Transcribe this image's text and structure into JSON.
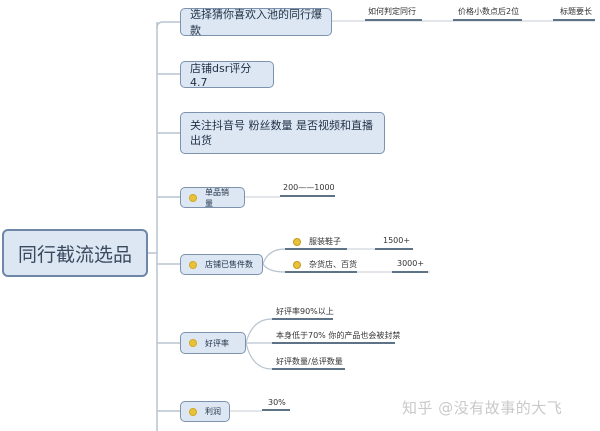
{
  "root": {
    "label": "同行截流选品"
  },
  "branches": [
    {
      "label": "选择猜你喜欢入池的同行爆款",
      "children": [
        {
          "label": "如何判定同行"
        },
        {
          "label": "价格小数点后2位"
        },
        {
          "label": "标题要长"
        }
      ]
    },
    {
      "label": "店铺dsr评分4.7",
      "children": []
    },
    {
      "label": "关注抖音号  粉丝数量 是否视频和直播出货",
      "children": []
    },
    {
      "label": "单品销量",
      "icon": "yellow-dot-marker",
      "children": [
        {
          "label": "200——1000"
        }
      ]
    },
    {
      "label": "店铺已售件数",
      "icon": "yellow-dot-marker",
      "children": [
        {
          "label": "服装鞋子",
          "value": "1500+",
          "icon": "yellow-dot-marker"
        },
        {
          "label": "杂货店、百货",
          "value": "3000+",
          "icon": "yellow-dot-marker"
        }
      ]
    },
    {
      "label": "好评率",
      "icon": "yellow-dot-marker",
      "children": [
        {
          "label": "好评率90%以上"
        },
        {
          "label": "本身低于70% 你的产品也会被封禁"
        },
        {
          "label": "好评数量/总评数量"
        }
      ]
    },
    {
      "label": "利润",
      "icon": "yellow-dot-marker",
      "children": [
        {
          "label": "30%"
        }
      ]
    }
  ],
  "watermark": "知乎 @没有故事的大飞",
  "colors": {
    "node_fill": "#dde7f3",
    "node_border": "#7d93ad",
    "connector": "#b9c4cf",
    "underline": "#5f7386",
    "marker": "#e8c23a"
  }
}
